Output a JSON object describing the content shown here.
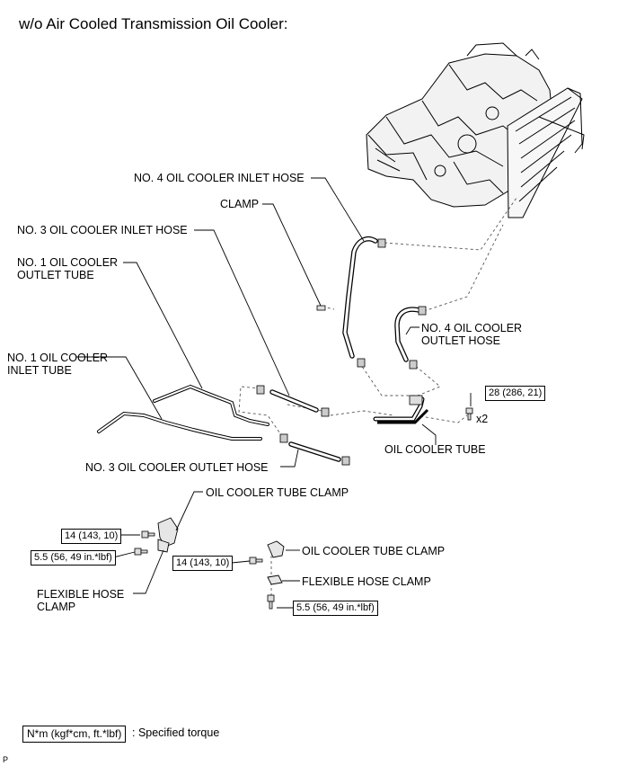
{
  "title": "w/o Air Cooled Transmission Oil Cooler:",
  "labels": {
    "no4_inlet_hose": "NO. 4 OIL COOLER INLET HOSE",
    "clamp": "CLAMP",
    "no3_inlet_hose": "NO. 3 OIL COOLER INLET HOSE",
    "no1_outlet_tube_l1": "NO. 1 OIL COOLER",
    "no1_outlet_tube_l2": "OUTLET TUBE",
    "no4_outlet_hose_l1": "NO. 4 OIL COOLER",
    "no4_outlet_hose_l2": "OUTLET HOSE",
    "no1_inlet_tube_l1": "NO. 1 OIL COOLER",
    "no1_inlet_tube_l2": "INLET TUBE",
    "oil_cooler_tube": "OIL COOLER TUBE",
    "no3_outlet_hose": "NO. 3 OIL COOLER OUTLET HOSE",
    "oil_cooler_tube_clamp_1": "OIL COOLER TUBE CLAMP",
    "oil_cooler_tube_clamp_2": "OIL COOLER TUBE CLAMP",
    "flexible_hose_clamp_1_l1": "FLEXIBLE HOSE",
    "flexible_hose_clamp_1_l2": "CLAMP",
    "flexible_hose_clamp_2": "FLEXIBLE HOSE CLAMP",
    "multiplier": "x2"
  },
  "torques": {
    "t_28": "28 (286, 21)",
    "t_14_left": "14 (143, 10)",
    "t_55_left": "5.5 (56, 49 in.*lbf)",
    "t_14_right": "14 (143, 10)",
    "t_55_right": "5.5 (56, 49 in.*lbf)"
  },
  "legend": {
    "unit": "N*m (kgf*cm, ft.*lbf)",
    "description": ": Specified torque"
  },
  "page_mark": "P"
}
